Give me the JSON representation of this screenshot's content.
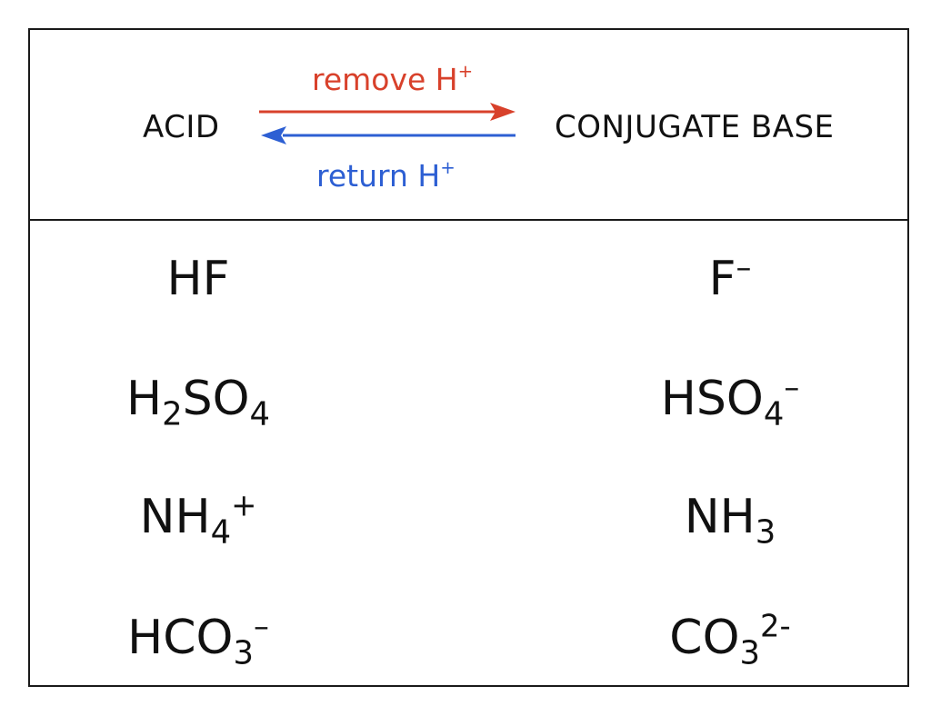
{
  "header": {
    "acid_label": "ACID",
    "base_label": "CONJUGATE BASE",
    "forward": {
      "text": "remove H",
      "sup": "+",
      "color": "#d8412b"
    },
    "reverse": {
      "text": "return H",
      "sup": "+",
      "color": "#2d5fd3"
    }
  },
  "pairs": [
    {
      "acid": [
        {
          "t": "HF",
          "k": "n"
        }
      ],
      "base": [
        {
          "t": "F",
          "k": "n"
        },
        {
          "t": "–",
          "k": "sup"
        }
      ]
    },
    {
      "acid": [
        {
          "t": "H",
          "k": "n"
        },
        {
          "t": "2",
          "k": "sub"
        },
        {
          "t": "SO",
          "k": "n"
        },
        {
          "t": "4",
          "k": "sub"
        }
      ],
      "base": [
        {
          "t": "HSO",
          "k": "n"
        },
        {
          "t": "4",
          "k": "sub"
        },
        {
          "t": "–",
          "k": "sup"
        }
      ]
    },
    {
      "acid": [
        {
          "t": "NH",
          "k": "n"
        },
        {
          "t": "4",
          "k": "sub"
        },
        {
          "t": "+",
          "k": "sup"
        }
      ],
      "base": [
        {
          "t": "NH",
          "k": "n"
        },
        {
          "t": "3",
          "k": "sub"
        }
      ]
    },
    {
      "acid": [
        {
          "t": "HCO",
          "k": "n"
        },
        {
          "t": "3",
          "k": "sub"
        },
        {
          "t": "–",
          "k": "sup"
        }
      ],
      "base": [
        {
          "t": "CO",
          "k": "n"
        },
        {
          "t": "3",
          "k": "sub"
        },
        {
          "t": "2-",
          "k": "sup"
        }
      ]
    }
  ]
}
